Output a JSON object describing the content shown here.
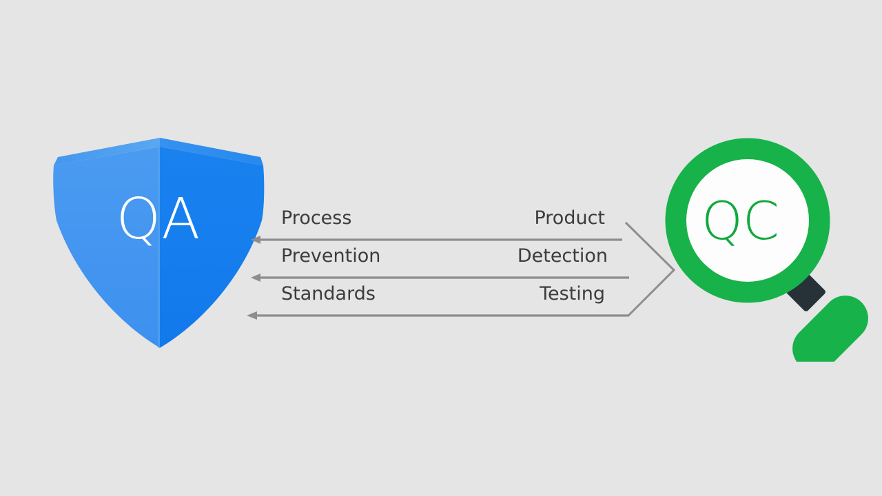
{
  "diagram": {
    "title_left": "QA",
    "title_right": "QC",
    "background_color": "#e5e5e5",
    "left_icon": "shield-icon",
    "right_icon": "magnifying-glass-icon",
    "left_color": "#2f88e8",
    "right_color": "#17b24a",
    "text_color": "#3c3c3c",
    "line_color": "#8d8d8d"
  },
  "comparison": {
    "rows": [
      {
        "left": "Process",
        "right": "Product"
      },
      {
        "left": "Prevention",
        "right": "Detection"
      },
      {
        "left": "Standards",
        "right": "Testing"
      }
    ]
  }
}
